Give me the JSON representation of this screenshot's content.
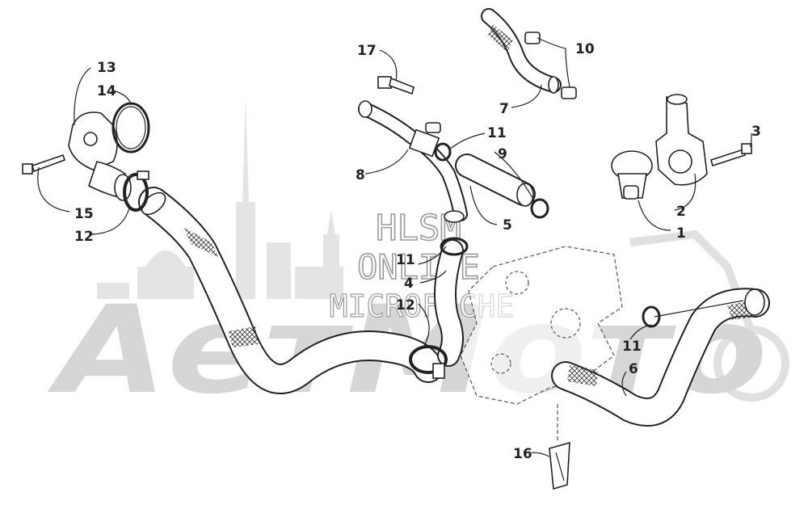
{
  "watermark": {
    "logo_text": "AeтMото",
    "line1": "HLSM",
    "line2": "ONLINE",
    "line3": "MICROFICHE"
  },
  "callouts": {
    "c1": "1",
    "c2": "2",
    "c3": "3",
    "c4": "4",
    "c5": "5",
    "c6": "6",
    "c7": "7",
    "c8": "8",
    "c9": "9",
    "c10": "10",
    "c11a": "11",
    "c11b": "11",
    "c11c": "11",
    "c12a": "12",
    "c12b": "12",
    "c13": "13",
    "c14": "14",
    "c15": "15",
    "c16": "16",
    "c17": "17"
  }
}
